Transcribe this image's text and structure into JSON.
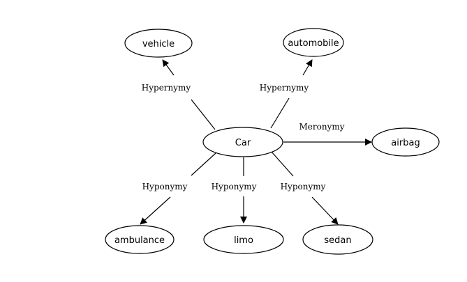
{
  "diagram": {
    "nodes": {
      "car": "Car",
      "vehicle": "vehicle",
      "automobile": "automobile",
      "airbag": "airbag",
      "ambulance": "ambulance",
      "limo": "limo",
      "sedan": "sedan"
    },
    "edges": {
      "hypernymy_vehicle": "Hypernymy",
      "hypernymy_automobile": "Hypernymy",
      "meronymy_airbag": "Meronymy",
      "hyponymy_ambulance": "Hyponymy",
      "hyponymy_limo": "Hyponymy",
      "hyponymy_sedan": "Hyponymy"
    }
  }
}
